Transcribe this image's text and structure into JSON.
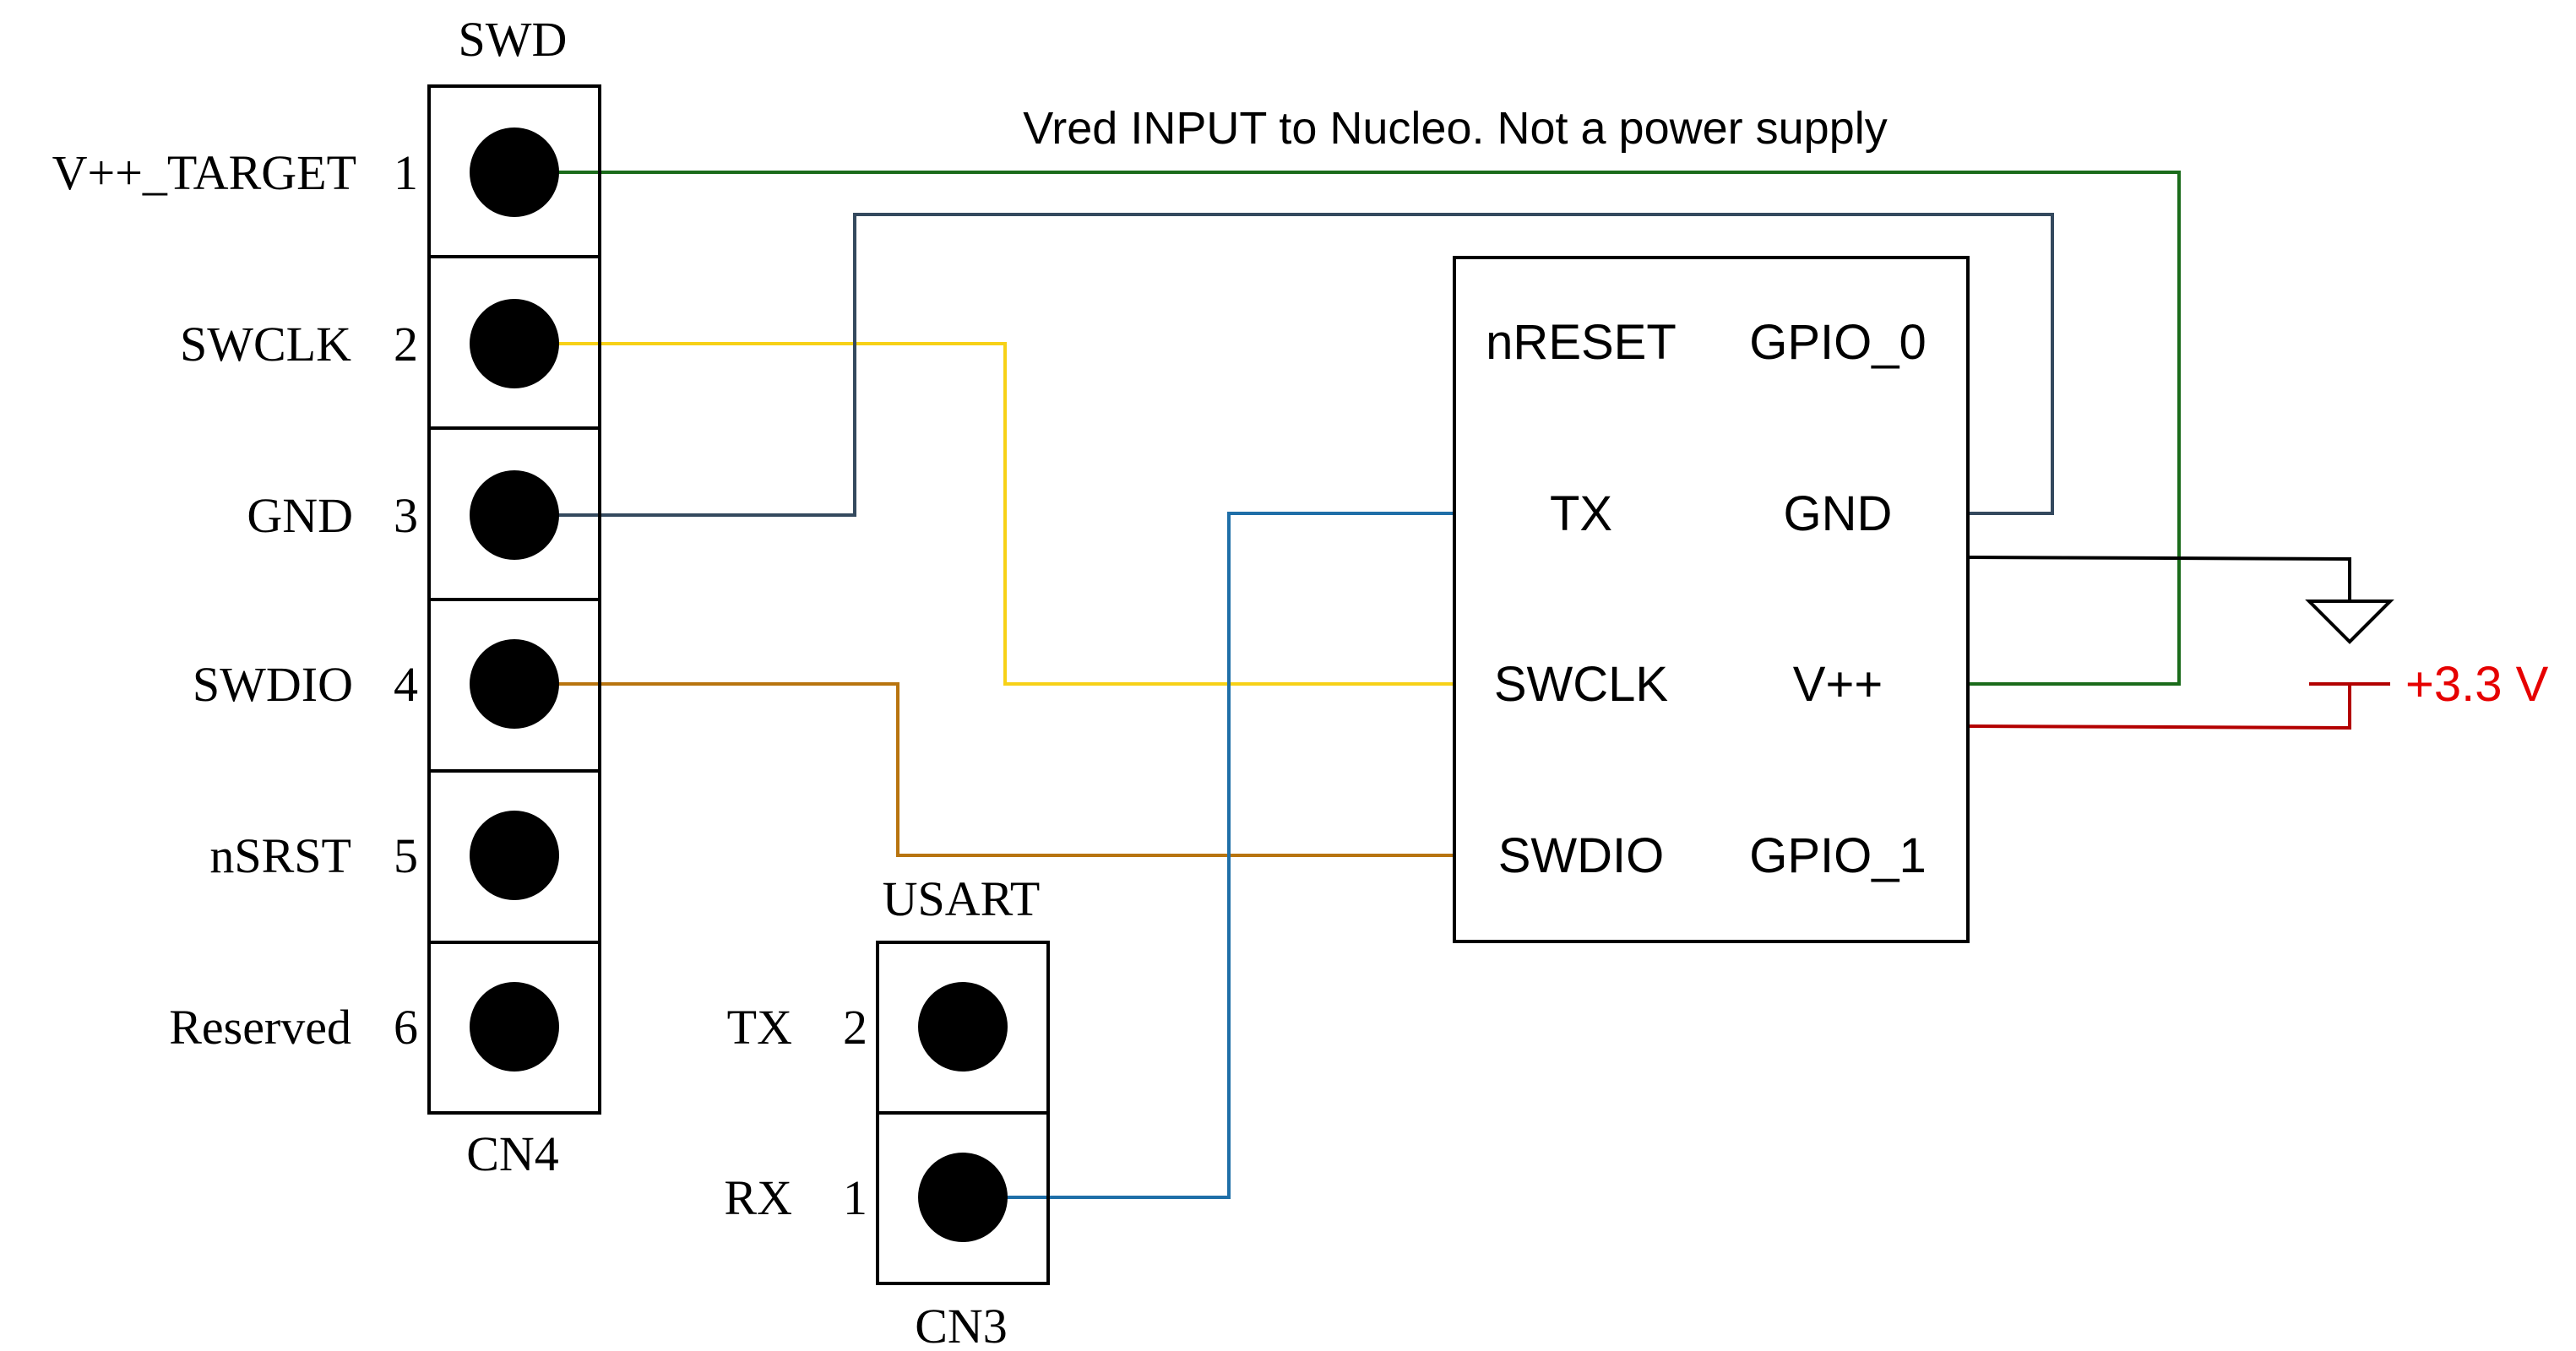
{
  "swd_header": {
    "title": "SWD",
    "name": "CN4",
    "pins": [
      {
        "number": "1",
        "label": "V++_TARGET"
      },
      {
        "number": "2",
        "label": "SWCLK"
      },
      {
        "number": "3",
        "label": "GND"
      },
      {
        "number": "4",
        "label": "SWDIO"
      },
      {
        "number": "5",
        "label": "nSRST"
      },
      {
        "number": "6",
        "label": "Reserved"
      }
    ]
  },
  "usart_header": {
    "title": "USART",
    "name": "CN3",
    "pins": [
      {
        "number": "2",
        "label": "TX"
      },
      {
        "number": "1",
        "label": "RX"
      }
    ]
  },
  "module": {
    "left_pins": [
      "nRESET",
      "TX",
      "SWCLK",
      "SWDIO"
    ],
    "right_pins": [
      "GPIO_0",
      "GND",
      "V++",
      "GPIO_1"
    ]
  },
  "annotation": "Vred INPUT to Nucleo. Not a power supply",
  "supply_label": "+3.3 V",
  "colors": {
    "vtarget_wire": "#1a6b1a",
    "gnd_wire": "#34495e",
    "swclk_wire": "#f7d117",
    "swdio_wire": "#b8740f",
    "tx_wire": "#1f6fa8",
    "supply_wire": "#b30000",
    "supply_label": "#e60000",
    "ground_wire": "#000000"
  }
}
